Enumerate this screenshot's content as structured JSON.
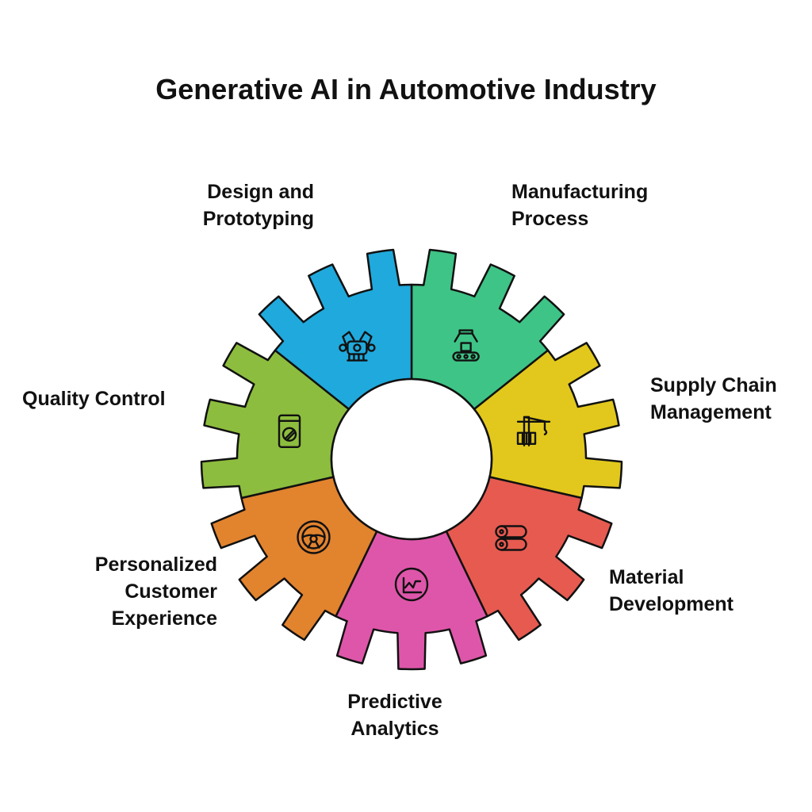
{
  "title": "Generative AI in Automotive Industry",
  "segments": [
    {
      "label": "Manufacturing Process",
      "lines": "Manufacturing\nProcess",
      "color": "#3ec486",
      "icon": "robotic-arm-conveyor-icon"
    },
    {
      "label": "Supply Chain Management",
      "lines": "Supply Chain\nManagement",
      "color": "#e2c81c",
      "icon": "crane-container-icon"
    },
    {
      "label": "Material Development",
      "lines": "Material\nDevelopment",
      "color": "#e65a50",
      "icon": "material-rolls-icon"
    },
    {
      "label": "Predictive Analytics",
      "lines": "Predictive\nAnalytics",
      "color": "#de56a9",
      "icon": "line-chart-icon"
    },
    {
      "label": "Personalized Customer Experience",
      "lines": "Personalized\nCustomer\nExperience",
      "color": "#e2832e",
      "icon": "steering-wheel-icon"
    },
    {
      "label": "Quality Control",
      "lines": "Quality Control",
      "color": "#8dbd3e",
      "icon": "inspection-device-icon"
    },
    {
      "label": "Design and Prototyping",
      "lines": "Design and\nPrototyping",
      "color": "#20a9dc",
      "icon": "engine-design-icon"
    }
  ]
}
